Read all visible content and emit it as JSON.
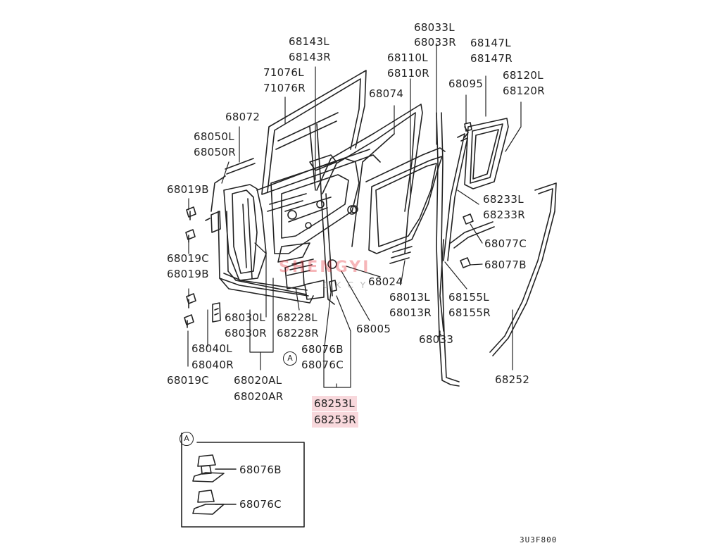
{
  "labels": {
    "p68033L": "68033L",
    "p68033R": "68033R",
    "p68143L": "68143L",
    "p68143R": "68143R",
    "p68147L": "68147L",
    "p68147R": "68147R",
    "p68110L": "68110L",
    "p68110R": "68110R",
    "p68120L": "68120L",
    "p68120R": "68120R",
    "p71076L": "71076L",
    "p71076R": "71076R",
    "p68095": "68095",
    "p68074": "68074",
    "p68072": "68072",
    "p68050L": "68050L",
    "p68050R": "68050R",
    "p68019B_a": "68019B",
    "p68019C_a": "68019C",
    "p68019B_b": "68019B",
    "p68019C_b": "68019C",
    "p68233L": "68233L",
    "p68233R": "68233R",
    "p68077C": "68077C",
    "p68077B": "68077B",
    "p68024": "68024",
    "p68013L": "68013L",
    "p68013R": "68013R",
    "p68155L": "68155L",
    "p68155R": "68155R",
    "p68030L": "68030L",
    "p68030R": "68030R",
    "p68228L": "68228L",
    "p68228R": "68228R",
    "p68005": "68005",
    "p68033": "68033",
    "p68040L": "68040L",
    "p68040R": "68040R",
    "p68076B": "68076B",
    "p68076C": "68076C",
    "p68020AL": "68020AL",
    "p68020AR": "68020AR",
    "p68253L": "68253L",
    "p68253R": "68253R",
    "p68252": "68252",
    "inset_68076B": "68076B",
    "inset_68076C": "68076C"
  },
  "callout_letter": "A",
  "inset_letter": "A",
  "diagram_code": "3U3F800",
  "watermark": "SHENGYI",
  "watermark_sub": "CKCY",
  "highlight_color": "#f8d8dc"
}
